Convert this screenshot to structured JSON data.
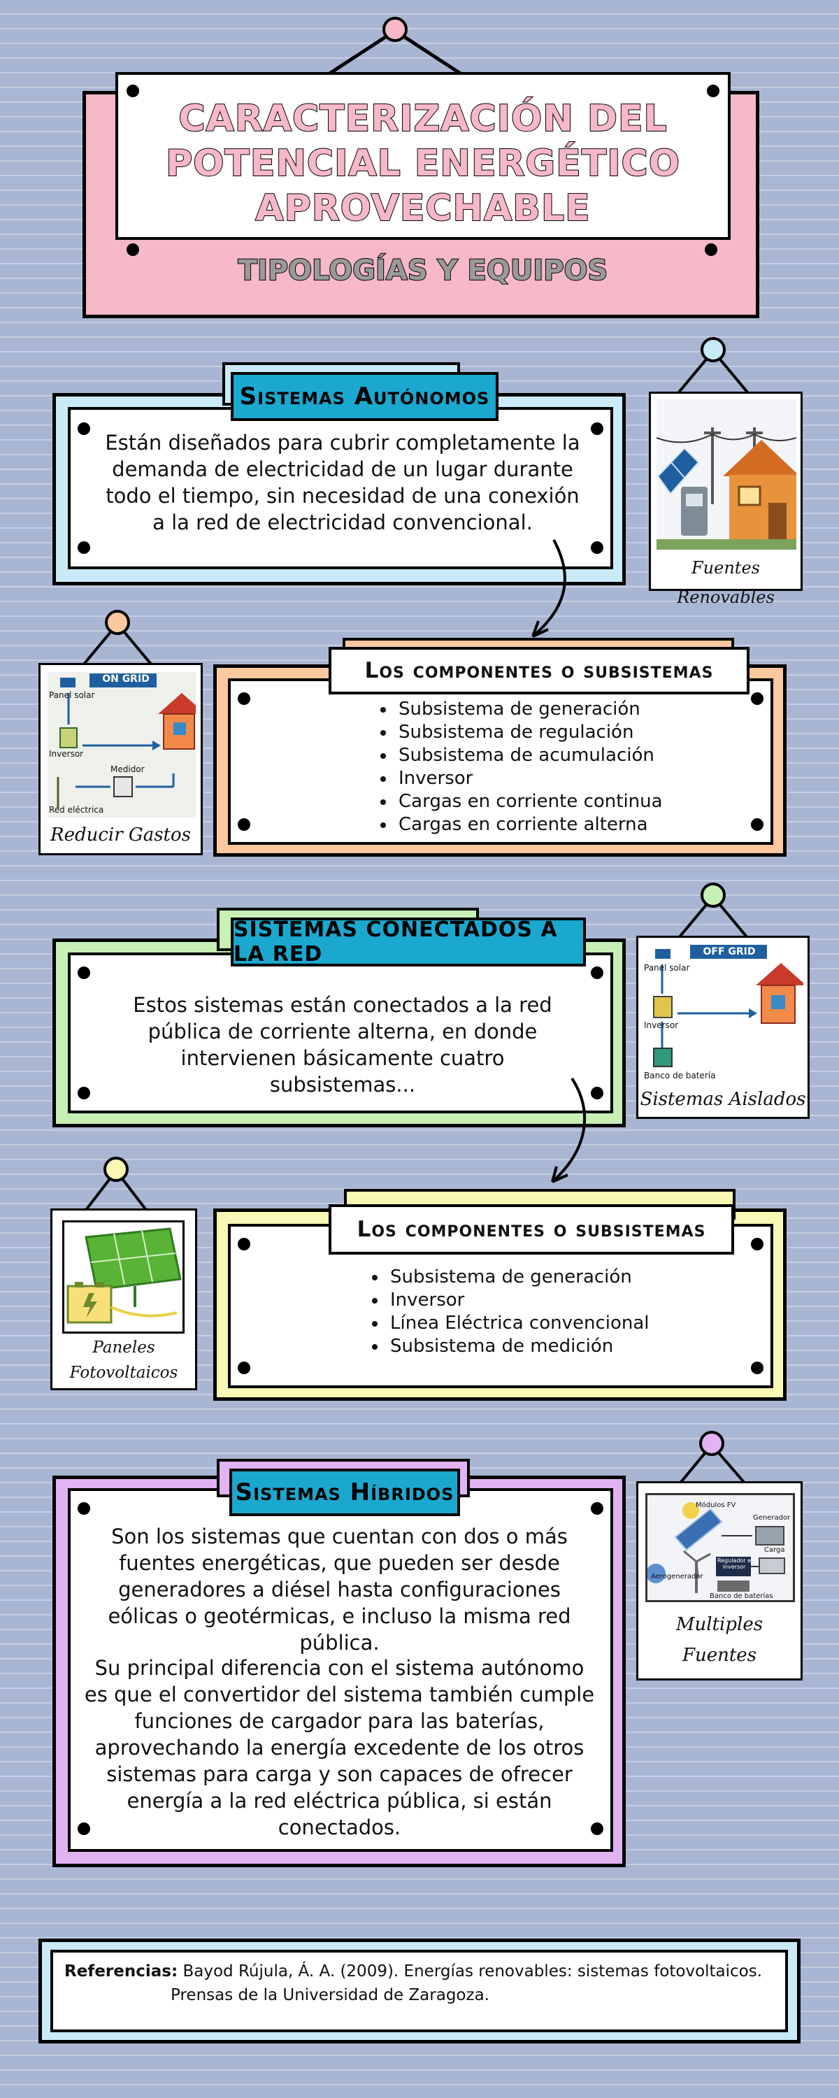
{
  "title": {
    "line1": "CARACTERIZACIÓN DEL",
    "line2": "POTENCIAL ENERGÉTICO",
    "line3": "APROVECHABLE",
    "subtitle": "TIPOLOGÍAS Y EQUIPOS"
  },
  "autonomos": {
    "label": "Sistemas Autónomos",
    "text": "Están diseñados para cubrir completamente la demanda de electricidad de un lugar durante todo el tiempo, sin necesidad de una conexión a la red de electricidad convencional.",
    "components_label": "Los componentes o subsistemas",
    "components": [
      "Subsistema de generación",
      "Subsistema de regulación",
      "Subsistema de acumulación",
      "Inversor",
      "Cargas en corriente continua",
      "Cargas en corriente alterna"
    ]
  },
  "conectados": {
    "label": "Sistemas conectados a la red",
    "text": "Estos sistemas están conectados a la red pública de corriente alterna, en donde intervienen básicamente cuatro subsistemas...",
    "components_label": "Los componentes o subsistemas",
    "components": [
      "Subsistema de generación",
      "Inversor",
      "Línea Eléctrica convencional",
      "Subsistema de medición"
    ]
  },
  "hibridos": {
    "label": "Sistemas Híbridos",
    "text1": "Son los sistemas que cuentan con dos o más fuentes energéticas, que pueden ser desde generadores a diésel hasta configuraciones eólicas o geotérmicas, e incluso la misma red pública.",
    "text2": "Su principal diferencia con el sistema autónomo es que el convertidor del sistema también cumple funciones de cargador para las baterías, aprovechando la energía excedente de los otros sistemas para carga y son capaces de ofrecer energía a la red eléctrica pública, si están conectados."
  },
  "cards": {
    "fuentes": "Fuentes Renovables",
    "reducir": "Reducir Gastos",
    "aislados": "Sistemas Aislados",
    "paneles_line1": "Paneles",
    "paneles_line2": "Fotovoltaicos",
    "multiples_line1": "Multiples",
    "multiples_line2": "Fuentes"
  },
  "diagrams": {
    "on_grid": {
      "title": "ON GRID",
      "panel": "Panel solar",
      "inversor": "Inversor",
      "medidor": "Medidor",
      "red": "Red eléctrica"
    },
    "off_grid": {
      "title": "OFF GRID",
      "panel": "Panel solar",
      "inversor": "Inversor",
      "banco": "Banco de batería"
    },
    "hybrid": {
      "modulos": "Módulos FV",
      "generador": "Generador",
      "carga": "Carga",
      "aerogenerador": "Aerogenerador",
      "regulador": "Regulador e inversor",
      "banco": "Banco de baterías"
    }
  },
  "references": {
    "label": "Referencias:",
    "line1": "Bayod Rújula, Á. A. (2009). Energías renovables: sistemas fotovoltaicos.",
    "line2": "Prensas de la Universidad de Zaragoza."
  },
  "colors": {
    "pink": "#f7b8c8",
    "blue_light": "#c9ebf7",
    "orange": "#fdc89e",
    "green": "#c6f0b4",
    "yellow": "#f9f8b4",
    "purple": "#e2b3f2",
    "accent": "#1ba8cf"
  }
}
